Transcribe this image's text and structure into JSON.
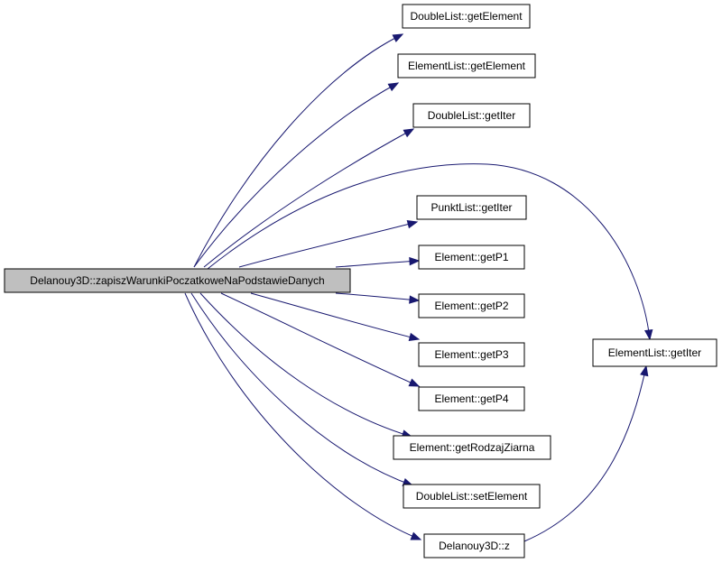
{
  "graph": {
    "source": {
      "id": "src",
      "label": "Delanouy3D::zapiszWarunkiPoczatkoweNaPodstawieDanych",
      "fill": "#bfbfbf"
    },
    "nodes": [
      {
        "id": "dl_getElement",
        "label": "DoubleList::getElement"
      },
      {
        "id": "el_getElement",
        "label": "ElementList::getElement"
      },
      {
        "id": "dl_getIter",
        "label": "DoubleList::getIter"
      },
      {
        "id": "pl_getIter",
        "label": "PunktList::getIter"
      },
      {
        "id": "e_getP1",
        "label": "Element::getP1"
      },
      {
        "id": "e_getP2",
        "label": "Element::getP2"
      },
      {
        "id": "e_getP3",
        "label": "Element::getP3"
      },
      {
        "id": "e_getP4",
        "label": "Element::getP4"
      },
      {
        "id": "e_getRodzajZiarna",
        "label": "Element::getRodzajZiarna"
      },
      {
        "id": "dl_setElement",
        "label": "DoubleList::setElement"
      },
      {
        "id": "d3_z",
        "label": "Delanouy3D::z"
      },
      {
        "id": "el_getIter",
        "label": "ElementList::getIter"
      }
    ],
    "edges": [
      {
        "from": "src",
        "to": "dl_getElement"
      },
      {
        "from": "src",
        "to": "el_getElement"
      },
      {
        "from": "src",
        "to": "dl_getIter"
      },
      {
        "from": "src",
        "to": "el_getIter"
      },
      {
        "from": "src",
        "to": "pl_getIter"
      },
      {
        "from": "src",
        "to": "e_getP1"
      },
      {
        "from": "src",
        "to": "e_getP2"
      },
      {
        "from": "src",
        "to": "e_getP3"
      },
      {
        "from": "src",
        "to": "e_getP4"
      },
      {
        "from": "src",
        "to": "e_getRodzajZiarna"
      },
      {
        "from": "src",
        "to": "dl_setElement"
      },
      {
        "from": "src",
        "to": "d3_z"
      },
      {
        "from": "d3_z",
        "to": "el_getIter"
      }
    ],
    "colors": {
      "edge": "#191970",
      "node_fill": "#ffffff",
      "node_stroke": "#000000"
    }
  }
}
